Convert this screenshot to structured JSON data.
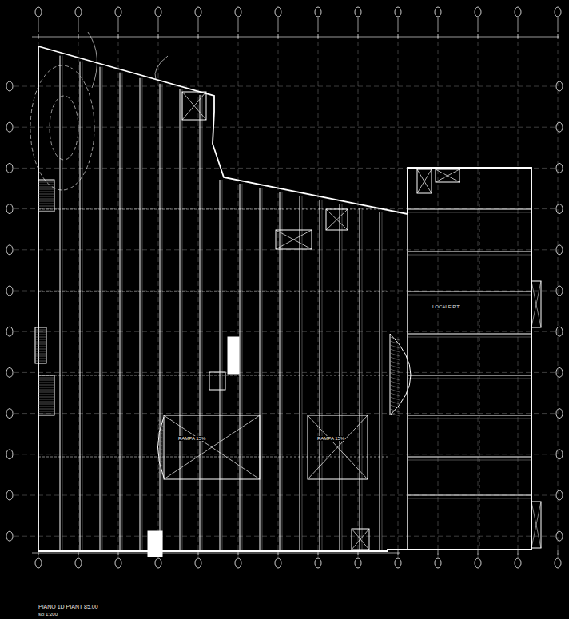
{
  "diagram": {
    "labels": [
      "PIANO 1D PIANT 85.00",
      "scl 1:200",
      "LOCALE P.T.",
      "RAMPA 15%",
      "RAMPA 15%"
    ]
  }
}
